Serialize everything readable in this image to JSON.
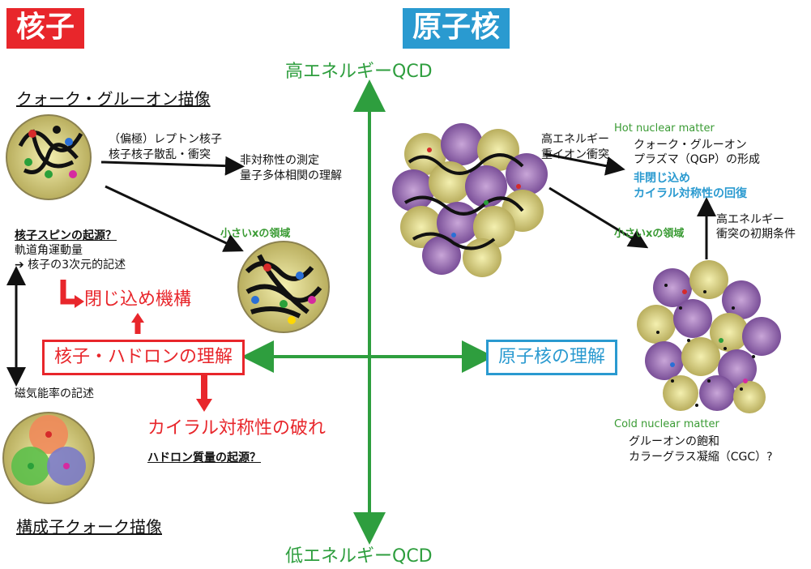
{
  "badges": {
    "left": "核子",
    "right": "原子核",
    "left_color": "#e8262b",
    "right_color": "#2a9ad0"
  },
  "axis": {
    "top": "高エネルギーQCD",
    "bottom": "低エネルギーQCD",
    "axis_color": "#2e9e3e"
  },
  "left": {
    "title_top": "クォーク・グルーオン描像",
    "lepton_line1": "（偏極）レプトン核子",
    "lepton_line2": "核子核子散乱・衝突",
    "asym_line1": "非対称性の測定",
    "asym_line2": "量子多体相関の理解",
    "small_x": "小さいxの領域",
    "spin_heading": "核子スピンの起源？",
    "spin_line1": "軌道角運動量",
    "spin_line2": "➔ 核子の3次元的記述",
    "confinement": "閉じ込め機構",
    "understanding": "核子・ハドロンの理解",
    "magnetic": "磁気能率の記述",
    "chiral_break": "カイラル対称性の破れ",
    "hadron_mass": "ハドロン質量の起源？",
    "title_bottom": "構成子クォーク描像"
  },
  "right": {
    "high_energy_line1": "高エネルギー",
    "high_energy_line2": "重イオン衝突",
    "hot_matter": "Hot nuclear matter",
    "qgp_line1": "クォーク・グルーオン",
    "qgp_line2": "プラズマ（QGP）の形成",
    "deconf_line1": "非閉じ込め",
    "deconf_line2": "カイラル対称性の回復",
    "small_x": "小さいxの領域",
    "initial_line1": "高エネルギー",
    "initial_line2": "衝突の初期条件",
    "understanding": "原子核の理解",
    "cold_matter": "Cold nuclear matter",
    "cgc_line1": "グルーオンの飽和",
    "cgc_line2": "カラーグラス凝縮（CGC）?"
  }
}
